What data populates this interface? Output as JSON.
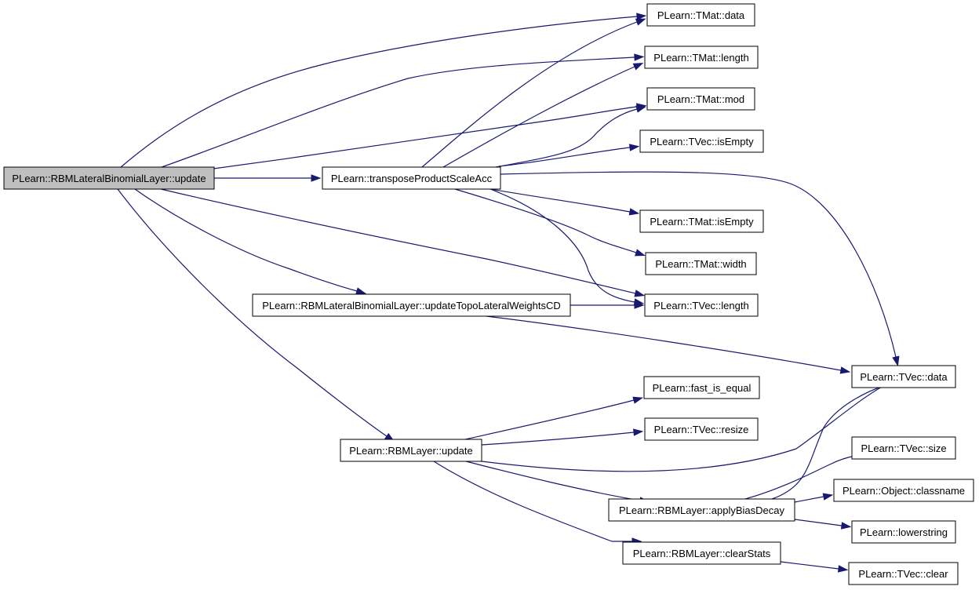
{
  "graph": {
    "root": "n_root",
    "nodes": [
      {
        "id": "n_root",
        "label": "PLearn::RBMLateralBinomialLayer::update",
        "highlighted": true
      },
      {
        "id": "n_tmat_data",
        "label": "PLearn::TMat::data"
      },
      {
        "id": "n_tmat_length",
        "label": "PLearn::TMat::length"
      },
      {
        "id": "n_tmat_mod",
        "label": "PLearn::TMat::mod"
      },
      {
        "id": "n_tvec_isempty",
        "label": "PLearn::TVec::isEmpty"
      },
      {
        "id": "n_transpose",
        "label": "PLearn::transposeProductScaleAcc"
      },
      {
        "id": "n_tmat_isempty",
        "label": "PLearn::TMat::isEmpty"
      },
      {
        "id": "n_tmat_width",
        "label": "PLearn::TMat::width"
      },
      {
        "id": "n_topo",
        "label": "PLearn::RBMLateralBinomialLayer::updateTopoLateralWeightsCD"
      },
      {
        "id": "n_tvec_length",
        "label": "PLearn::TVec::length"
      },
      {
        "id": "n_tvec_data",
        "label": "PLearn::TVec::data"
      },
      {
        "id": "n_fast_eq",
        "label": "PLearn::fast_is_equal"
      },
      {
        "id": "n_tvec_resize",
        "label": "PLearn::TVec::resize"
      },
      {
        "id": "n_rbm_update",
        "label": "PLearn::RBMLayer::update"
      },
      {
        "id": "n_tvec_size",
        "label": "PLearn::TVec::size"
      },
      {
        "id": "n_classname",
        "label": "PLearn::Object::classname"
      },
      {
        "id": "n_bias",
        "label": "PLearn::RBMLayer::applyBiasDecay"
      },
      {
        "id": "n_lowerstring",
        "label": "PLearn::lowerstring"
      },
      {
        "id": "n_clearstats",
        "label": "PLearn::RBMLayer::clearStats"
      },
      {
        "id": "n_tvec_clear",
        "label": "PLearn::TVec::clear"
      }
    ],
    "edges": [
      {
        "from": "n_root",
        "to": "n_tmat_data"
      },
      {
        "from": "n_root",
        "to": "n_tmat_length"
      },
      {
        "from": "n_root",
        "to": "n_tmat_mod"
      },
      {
        "from": "n_root",
        "to": "n_transpose"
      },
      {
        "from": "n_root",
        "to": "n_topo"
      },
      {
        "from": "n_root",
        "to": "n_tvec_length"
      },
      {
        "from": "n_root",
        "to": "n_rbm_update"
      },
      {
        "from": "n_transpose",
        "to": "n_tmat_data"
      },
      {
        "from": "n_transpose",
        "to": "n_tmat_length"
      },
      {
        "from": "n_transpose",
        "to": "n_tmat_mod"
      },
      {
        "from": "n_transpose",
        "to": "n_tvec_isempty"
      },
      {
        "from": "n_transpose",
        "to": "n_tvec_data"
      },
      {
        "from": "n_transpose",
        "to": "n_tmat_isempty"
      },
      {
        "from": "n_transpose",
        "to": "n_tmat_width"
      },
      {
        "from": "n_transpose",
        "to": "n_tvec_length"
      },
      {
        "from": "n_topo",
        "to": "n_tvec_length"
      },
      {
        "from": "n_topo",
        "to": "n_tvec_data"
      },
      {
        "from": "n_rbm_update",
        "to": "n_fast_eq"
      },
      {
        "from": "n_rbm_update",
        "to": "n_tvec_resize"
      },
      {
        "from": "n_rbm_update",
        "to": "n_tvec_data"
      },
      {
        "from": "n_rbm_update",
        "to": "n_bias"
      },
      {
        "from": "n_rbm_update",
        "to": "n_clearstats"
      },
      {
        "from": "n_bias",
        "to": "n_tvec_data"
      },
      {
        "from": "n_bias",
        "to": "n_tvec_size"
      },
      {
        "from": "n_bias",
        "to": "n_classname"
      },
      {
        "from": "n_bias",
        "to": "n_lowerstring"
      },
      {
        "from": "n_clearstats",
        "to": "n_tvec_clear"
      }
    ]
  }
}
